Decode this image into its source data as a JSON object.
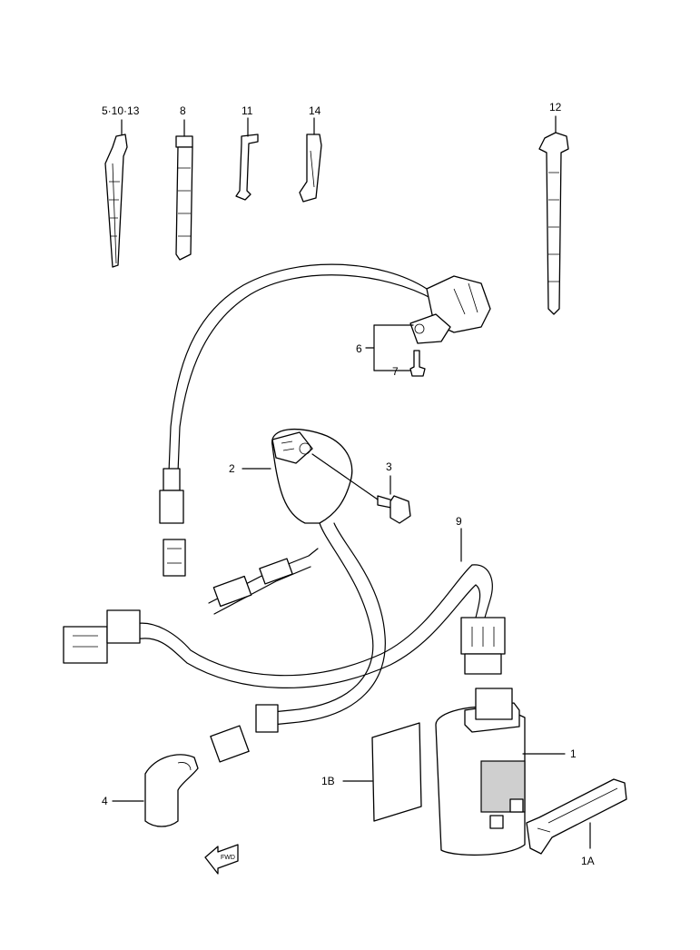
{
  "diagram": {
    "labels": {
      "clamps": "5·10·13",
      "tie_band_8": "8",
      "clamp_11": "11",
      "clamp_14": "14",
      "tie_12": "12",
      "pickup_coil_6": "6",
      "screw_7": "7",
      "ignition_coil_2": "2",
      "bolt_3": "3",
      "wiring_harness_9": "9",
      "cdi_unit_1": "1",
      "cushion_1b": "1B",
      "cap_4": "4",
      "band_1a": "1A",
      "fwd": "FWD"
    }
  }
}
